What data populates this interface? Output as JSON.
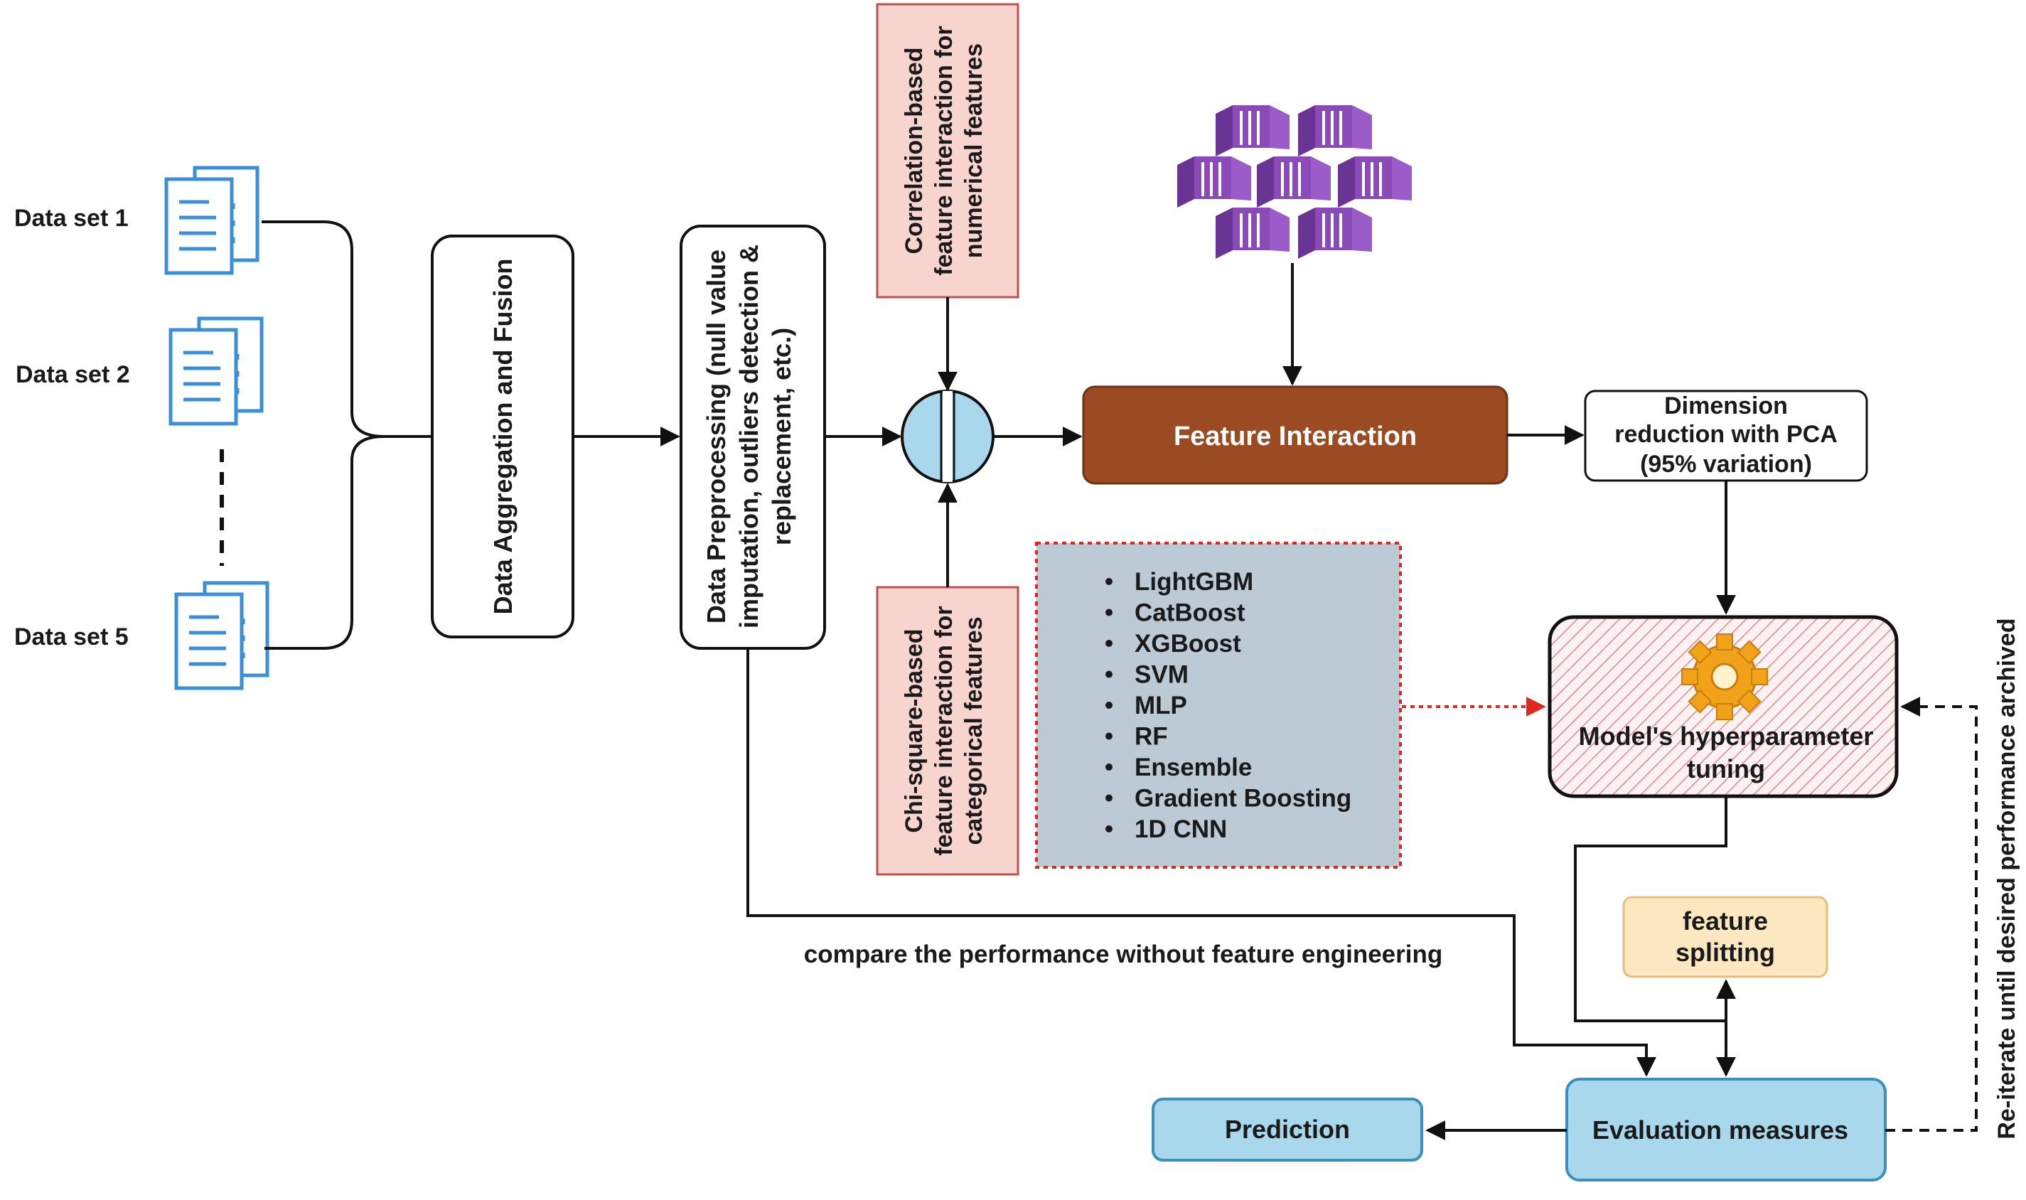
{
  "datasets": [
    "Data set 1",
    "Data set 2",
    "Data set 5"
  ],
  "aggregation_label": "Data Aggregation and Fusion",
  "preprocessing_lines": [
    "Data Preprocessing (null value",
    "imputation, outliers detection &",
    "replacement, etc.)"
  ],
  "correlation_lines": [
    "Correlation-based",
    "feature interaction for",
    "numerical features"
  ],
  "chisquare_lines": [
    "Chi-square-based",
    "feature interaction for",
    "categorical features"
  ],
  "feature_interaction_label": "Feature Interaction",
  "pca_lines": [
    "Dimension",
    "reduction with PCA",
    "(95% variation)"
  ],
  "models": [
    "LightGBM",
    "CatBoost",
    "XGBoost",
    "SVM",
    "MLP",
    "RF",
    "Ensemble",
    "Gradient Boosting",
    "1D CNN"
  ],
  "tuning_lines": [
    "Model's hyperparameter",
    "tuning"
  ],
  "feature_splitting_lines": [
    "feature",
    "splitting"
  ],
  "evaluation_label": "Evaluation measures",
  "prediction_label": "Prediction",
  "compare_label": "compare the performance without feature engineering",
  "reiterate_label": "Re-iterate until desired performance archived",
  "colors": {
    "feature_interaction": "#9a4b22",
    "pink_box": "#f8d4cf",
    "pink_border": "#c0504d",
    "model_list_bg": "#bccad6",
    "model_list_border": "#d9281e",
    "blue_box": "#a9d8ec",
    "blue_border": "#3b8fbd",
    "splitting_bg": "#fce8c0",
    "splitting_border": "#e3c07a",
    "tuning_hatch": "#d98b8b",
    "icon_blue": "#3a8fd6",
    "cube_purple": "#7b3fa4"
  }
}
